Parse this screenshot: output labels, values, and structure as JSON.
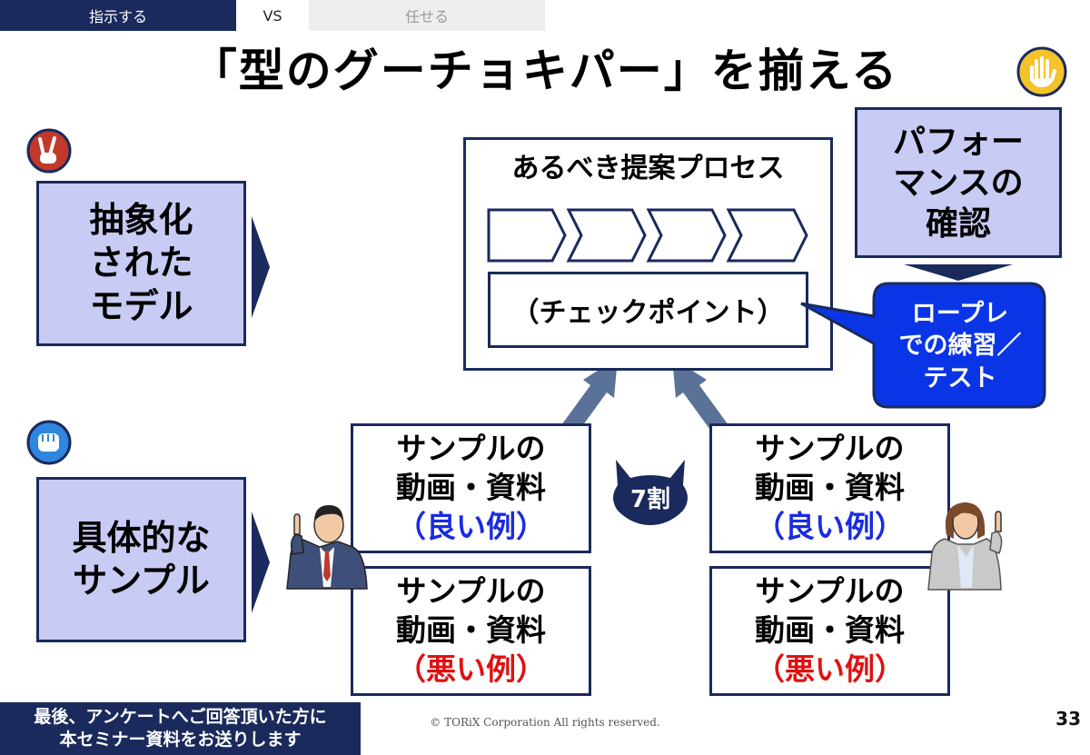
{
  "tabs": {
    "instruct": "指示する",
    "vs": "VS",
    "delegate": "任せる"
  },
  "title": "「型のグーチョキパー」を揃える",
  "left": {
    "abstract_lines": [
      "抽象化",
      "された",
      "モデル"
    ],
    "concrete_lines": [
      "具体的な",
      "サンプル"
    ]
  },
  "process": {
    "title": "あるべき提案プロセス",
    "checkpoint": "（チェックポイント）"
  },
  "performance_lines": [
    "パフォー",
    "マンスの",
    "確認"
  ],
  "callout_lines": [
    "ロープレ",
    "での練習／",
    "テスト"
  ],
  "seventy": "7割",
  "samples": {
    "line1": "サンプルの",
    "line2": "動画・資料",
    "good": "（良い例）",
    "bad": "（悪い例）"
  },
  "footer": {
    "note_lines": [
      "最後、アンケートへご回答頂いた方に",
      "本セミナー資料をお送りします"
    ],
    "copyright": "© TORiX Corporation All rights reserved.",
    "page": "33"
  },
  "icons": {
    "paper": "open-hand-icon",
    "scissors": "peace-hand-icon",
    "rock": "fist-hand-icon"
  },
  "colors": {
    "navy": "#1b2a5c",
    "lavender": "#c8cbf4",
    "callout_blue": "#0a35e6",
    "good": "#1a2be0",
    "bad": "#e01111",
    "arrow": "#5a7297"
  }
}
